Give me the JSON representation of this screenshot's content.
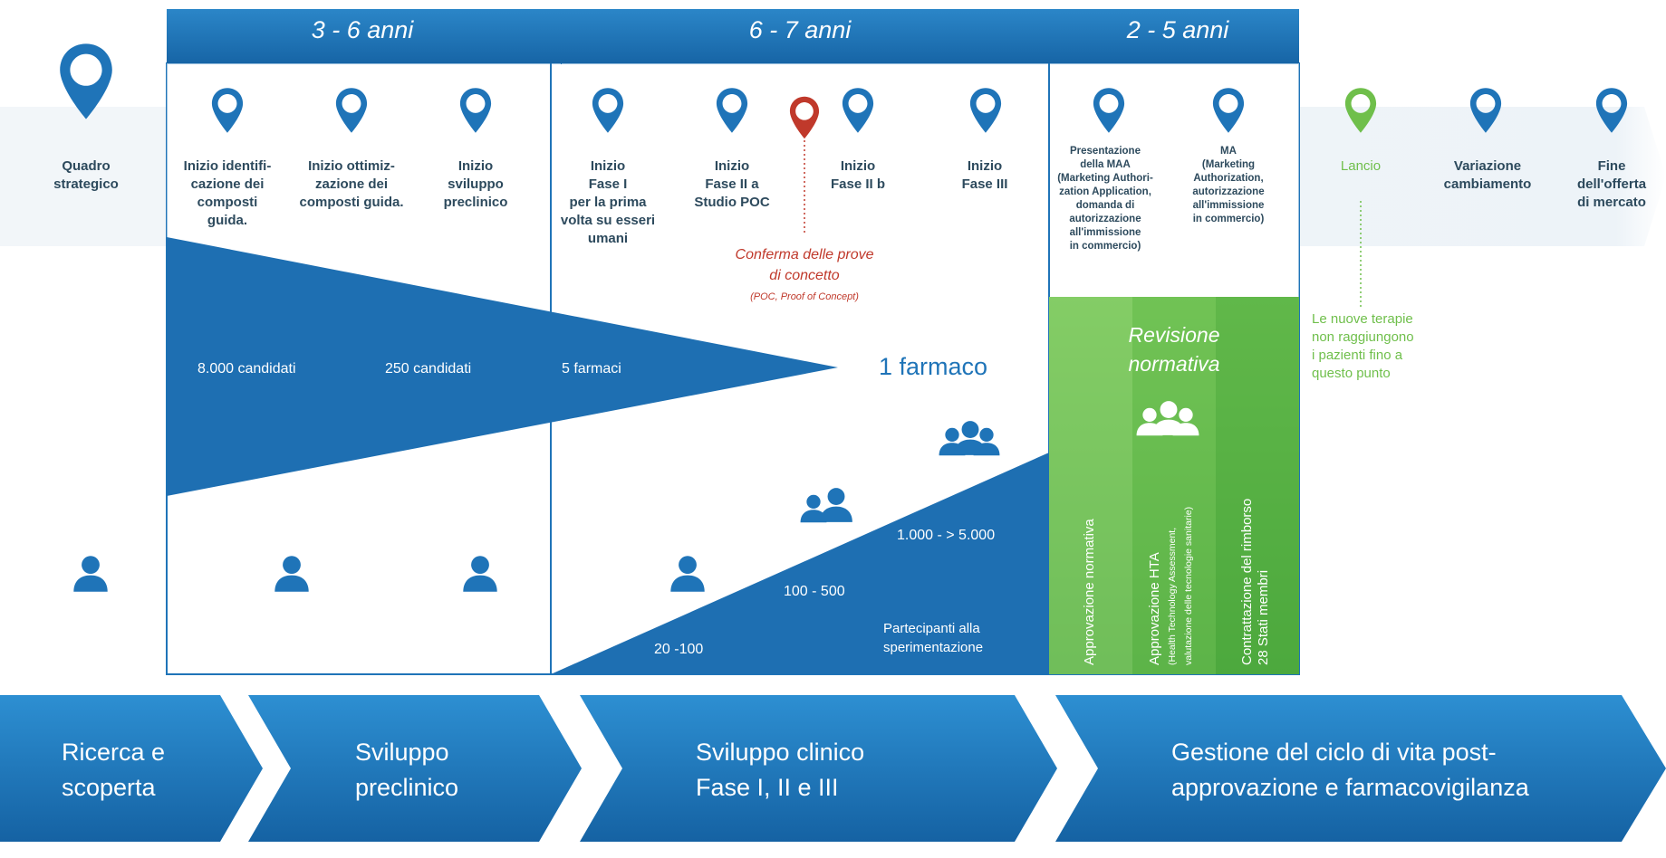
{
  "durations": [
    "3 - 6 anni",
    "6 - 7 anni",
    "2 - 5 anni"
  ],
  "milestones": [
    {
      "label": "Quadro\nstrategico"
    },
    {
      "label": "Inizio identifi-\ncazione dei\ncomposti guida."
    },
    {
      "label": "Inizio ottimiz-\nzazione dei\ncomposti guida."
    },
    {
      "label": "Inizio\nsviluppo\npreclinico"
    },
    {
      "label": "Inizio\nFase I\nper la prima\nvolta su esseri\numani"
    },
    {
      "label": "Inizio\nFase II a\nStudio POC"
    },
    {
      "label": "Inizio\nFase II b"
    },
    {
      "label": "Inizio\nFase III"
    },
    {
      "label": "Presentazione\ndella MAA\n(Marketing Authori-\nzation Application,\ndomanda di\nautorizzazione\nall'immissione\nin commercio)"
    },
    {
      "label": "MA\n(Marketing\nAuthorization,\nautorizzazione\nall'immissione\nin commercio)"
    },
    {
      "label": "Lancio"
    },
    {
      "label": "Variazione\ncambiamento"
    },
    {
      "label": "Fine\ndell'offerta\ndi mercato"
    }
  ],
  "poc": {
    "title": "Conferma delle prove\ndi concetto",
    "subtitle": "(POC, Proof of Concept)"
  },
  "funnel": [
    "8.000 candidati",
    "250 candidati",
    "5 farmaci",
    "1 farmaco"
  ],
  "participants": {
    "ranges": [
      "20 -100",
      "100 - 500",
      "1.000 - > 5.000"
    ],
    "caption": "Partecipanti alla\nsperimentazione"
  },
  "review": {
    "title": "Revisione\nnormativa",
    "columns": [
      {
        "title": "Approvazione normativa",
        "sub": ""
      },
      {
        "title": "Approvazione HTA",
        "sub": "(Health Technology Assessment,\nvalutazione delle tecnologie sanitarie)"
      },
      {
        "title": "Contrattazione del rimborso\n28 Stati membri",
        "sub": ""
      }
    ]
  },
  "launch_note": "Le nuove terapie\nnon raggiungono\ni pazienti fino a\nquesto punto",
  "stages": [
    "Ricerca e\nscoperta",
    "Sviluppo\npreclinico",
    "Sviluppo clinico\nFase I, II e III",
    "Gestione del ciclo di vita post-\napprovazione e farmacovigilanza"
  ],
  "colors": {
    "blue": "#1f74b8",
    "blue_light": "#3a98d8",
    "band": "#eaf2f8",
    "green": "#58b64a",
    "green_light": "#8fd06d",
    "red": "#c0392b",
    "launch_green": "#6fbf4b"
  }
}
